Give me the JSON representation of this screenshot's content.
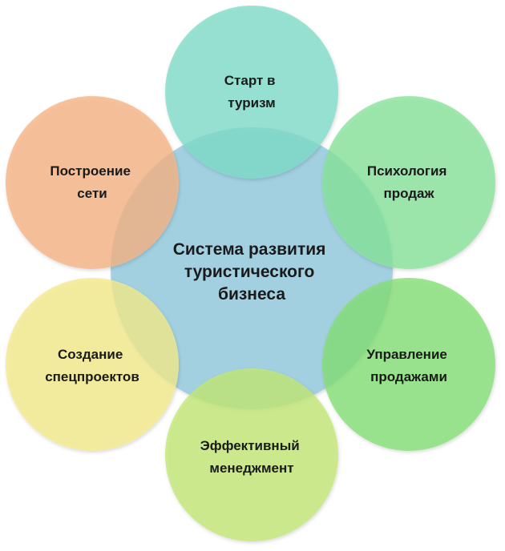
{
  "diagram": {
    "center": {
      "lines": [
        "Система развития",
        "туристического",
        "бизнеса"
      ],
      "color": "#8fc8de"
    },
    "nodes": [
      {
        "id": "start",
        "lines": [
          "Старт в",
          "туризм"
        ],
        "color": "#7fdcc8"
      },
      {
        "id": "psych",
        "lines": [
          "Психология",
          "продаж"
        ],
        "color": "#86e39a"
      },
      {
        "id": "sales",
        "lines": [
          "Управление",
          "продажами"
        ],
        "color": "#84df74"
      },
      {
        "id": "mgmt",
        "lines": [
          "Эффективный",
          "менеджмент"
        ],
        "color": "#c2e873"
      },
      {
        "id": "spec",
        "lines": [
          "Создание",
          "спецпроектов"
        ],
        "color": "#f3ea8a"
      },
      {
        "id": "network",
        "lines": [
          "Построение",
          "сети"
        ],
        "color": "#f6b483"
      }
    ]
  }
}
